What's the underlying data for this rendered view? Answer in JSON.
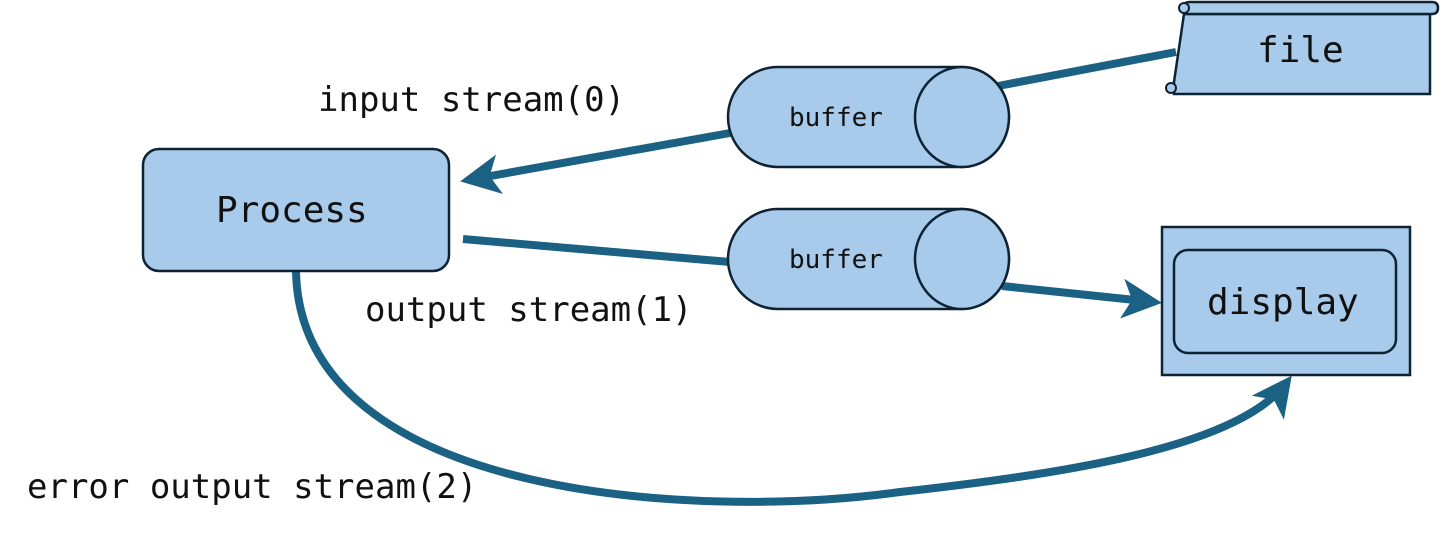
{
  "colors": {
    "fill": "#a8cbeb",
    "stroke": "#0d2233",
    "arrow": "#1b6184",
    "text": "#111111"
  },
  "nodes": {
    "process": {
      "label": "Process",
      "shape": "rounded-rectangle"
    },
    "file": {
      "label": "file",
      "shape": "scroll"
    },
    "display": {
      "label": "display",
      "shape": "monitor",
      "icon": "monitor-icon"
    },
    "buffer_in": {
      "label": "buffer",
      "shape": "cylinder"
    },
    "buffer_out": {
      "label": "buffer",
      "shape": "cylinder"
    }
  },
  "streams": {
    "input": {
      "label": "input stream(0)",
      "from": "file",
      "to": "process",
      "via": "buffer_in"
    },
    "output": {
      "label": "output stream(1)",
      "from": "process",
      "to": "display",
      "via": "buffer_out"
    },
    "error": {
      "label": "error output stream(2)",
      "from": "process",
      "to": "display"
    }
  }
}
